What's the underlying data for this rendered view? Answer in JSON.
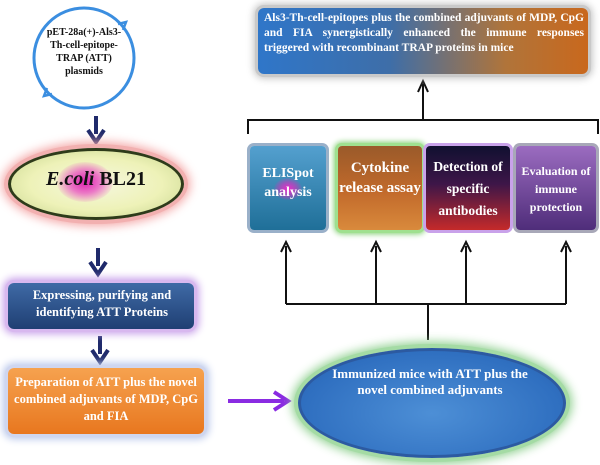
{
  "plasmid": {
    "lines": [
      "pET-28a(+)-Als3-",
      "Th-cell-epitope-",
      "TRAP (ATT)",
      "plasmids"
    ]
  },
  "ecoli": {
    "italic": "E.coli",
    "rest": " BL21"
  },
  "express": {
    "text": "Expressing, purifying and identifying ATT Proteins"
  },
  "prep": {
    "text": "Preparation of ATT plus the novel combined adjuvants of MDP, CpG and FIA"
  },
  "mice": {
    "text": "Immunized mice with ATT plus the novel combined adjuvants"
  },
  "result": {
    "text": "Als3-Th-cell-epitopes plus the combined adjuvants of MDP, CpG and FIA synergistically enhanced the immune responses triggered with recombinant TRAP proteins in mice"
  },
  "assays": {
    "elispot": "ELISpot analysis",
    "cytokine": "Cytokine release assay",
    "detection": "Detection of specific antibodies",
    "evaluation": "Evaluation of immune protection"
  },
  "colors": {
    "arrow_dark": "#1f2a6b",
    "arrow_purple": "#8a2be2",
    "plasmid_ring": "#3b8ee0"
  }
}
